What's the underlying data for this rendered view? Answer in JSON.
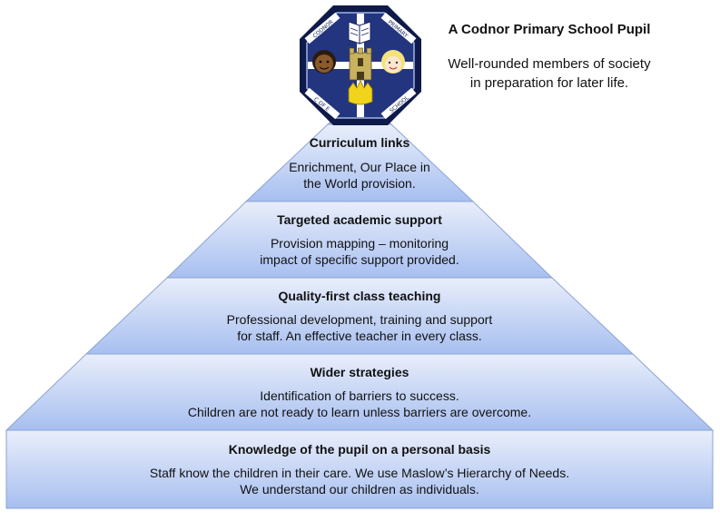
{
  "caption": {
    "title": "A Codnor Primary School Pupil",
    "lines": [
      "Well-rounded members of society",
      "in preparation for later life."
    ]
  },
  "tiers": [
    {
      "title": "Curriculum links",
      "lines": [
        "Enrichment, Our Place in",
        "the World provision."
      ]
    },
    {
      "title": "Targeted academic support",
      "lines": [
        "Provision mapping – monitoring",
        "impact of specific support provided."
      ]
    },
    {
      "title": "Quality-first class teaching",
      "lines": [
        "Professional development, training and support",
        "for staff. An effective teacher in every class."
      ]
    },
    {
      "title": "Wider strategies",
      "lines": [
        "Identification of barriers to success.",
        "Children are not ready to learn unless barriers are overcome."
      ]
    },
    {
      "title": "Knowledge of the pupil on a personal basis",
      "lines": [
        "Staff know the children in their care. We use Maslow’s Hierarchy of Needs.",
        "We understand our children as individuals."
      ]
    }
  ],
  "colors": {
    "tier_top": "#e9eefb",
    "tier_bottom": "#a7bff0",
    "tier_border": "#8da3d4",
    "badge_blue": "#23357f",
    "badge_rim": "#0e1a4a"
  },
  "badge": {
    "icons": [
      "open-book-icon",
      "castle-tower-icon",
      "crown-icon",
      "child-face-icon",
      "child-face-icon"
    ],
    "ring_text": [
      "CODNOR",
      "PRIMARY",
      "C OF E",
      "SCHOOL"
    ]
  }
}
